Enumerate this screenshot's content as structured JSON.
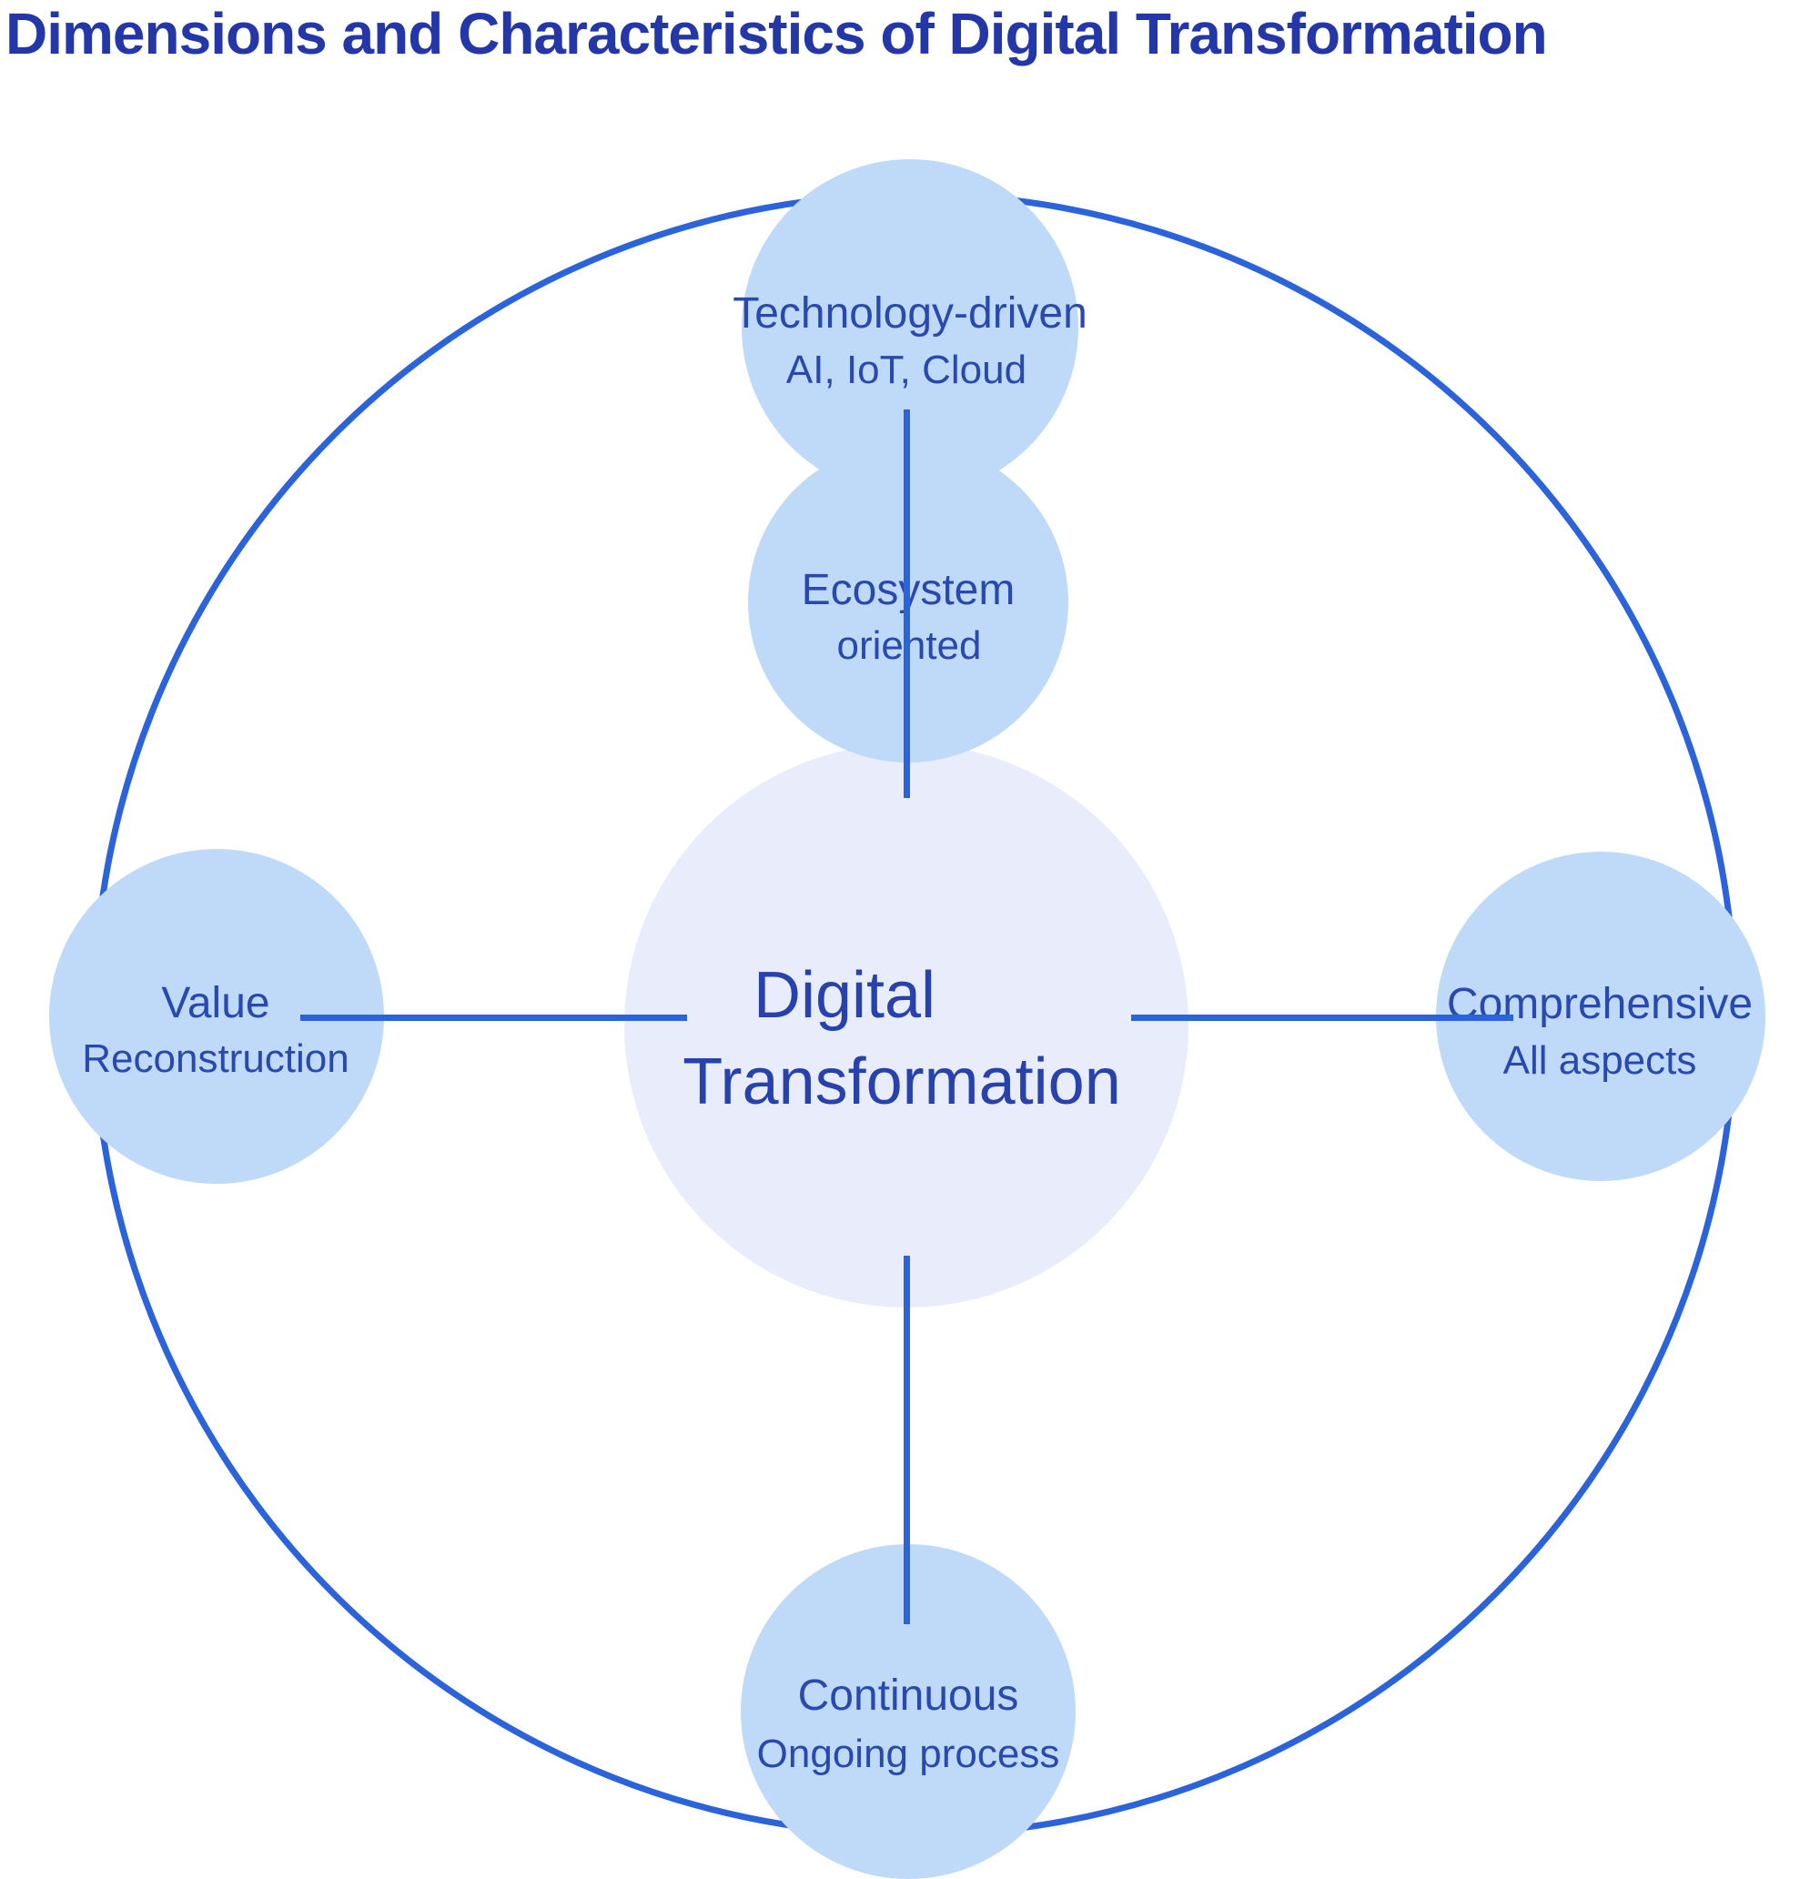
{
  "title": "Dimensions and Characteristics of Digital Transformation",
  "center": {
    "line1": "Digital",
    "line2": "Transformation"
  },
  "nodes": [
    {
      "id": "technology",
      "label": "Technology-driven",
      "sublabel": "AI, IoT, Cloud"
    },
    {
      "id": "ecosystem",
      "label": "Ecosystem",
      "sublabel": "oriented"
    },
    {
      "id": "value",
      "label": "Value",
      "sublabel": "Reconstruction"
    },
    {
      "id": "comprehensive",
      "label": "Comprehensive",
      "sublabel": "All aspects"
    },
    {
      "id": "continuous",
      "label": "Continuous",
      "sublabel": "Ongoing process"
    }
  ],
  "colors": {
    "line": "#2B63DA",
    "node_fill": "#BFD9F8",
    "center_fill": "#E9EDFB",
    "title_text": "#2337A9",
    "node_text": "#2A49AE",
    "center_text": "#2742AD"
  }
}
